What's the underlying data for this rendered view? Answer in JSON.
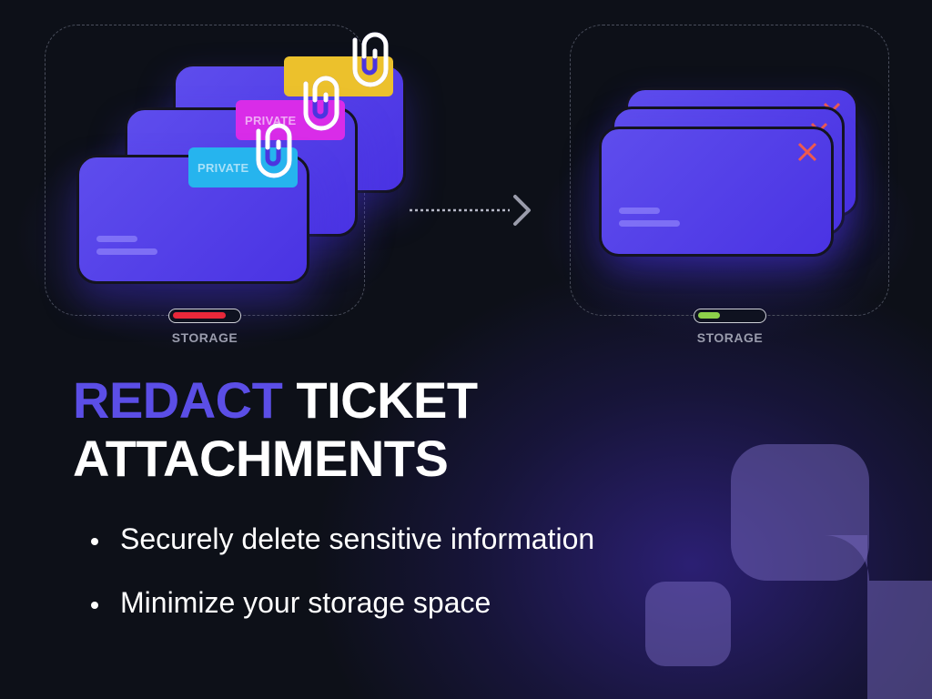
{
  "colors": {
    "background": "#0d1018",
    "card": "#5443e8",
    "accent": "#5b4ee6",
    "tag_yellow": "#ecc12c",
    "tag_magenta": "#d92ce8",
    "tag_cyan": "#26b4ee",
    "storage_full": "#e8283a",
    "storage_low": "#8dd04a",
    "redact_x": "#ee5a4e"
  },
  "before_panel": {
    "tags": [
      {
        "label": "",
        "color": "yellow"
      },
      {
        "label": "PRIVATE",
        "color": "magenta"
      },
      {
        "label": "PRIVATE",
        "color": "cyan"
      }
    ],
    "icons": [
      "paperclip-icon",
      "paperclip-icon",
      "paperclip-icon"
    ],
    "storage_label": "STORAGE",
    "storage_level": "high"
  },
  "arrow": {
    "icon": "chevron-right-icon"
  },
  "after_panel": {
    "icons": [
      "x-mark-icon",
      "x-mark-icon",
      "x-mark-icon"
    ],
    "storage_label": "STORAGE",
    "storage_level": "low"
  },
  "headline": {
    "accent_word": "REDACT",
    "line1_rest": " TICKET",
    "line2": "ATTACHMENTS"
  },
  "bullets": [
    "Securely delete sensitive information",
    "Minimize your storage space"
  ]
}
